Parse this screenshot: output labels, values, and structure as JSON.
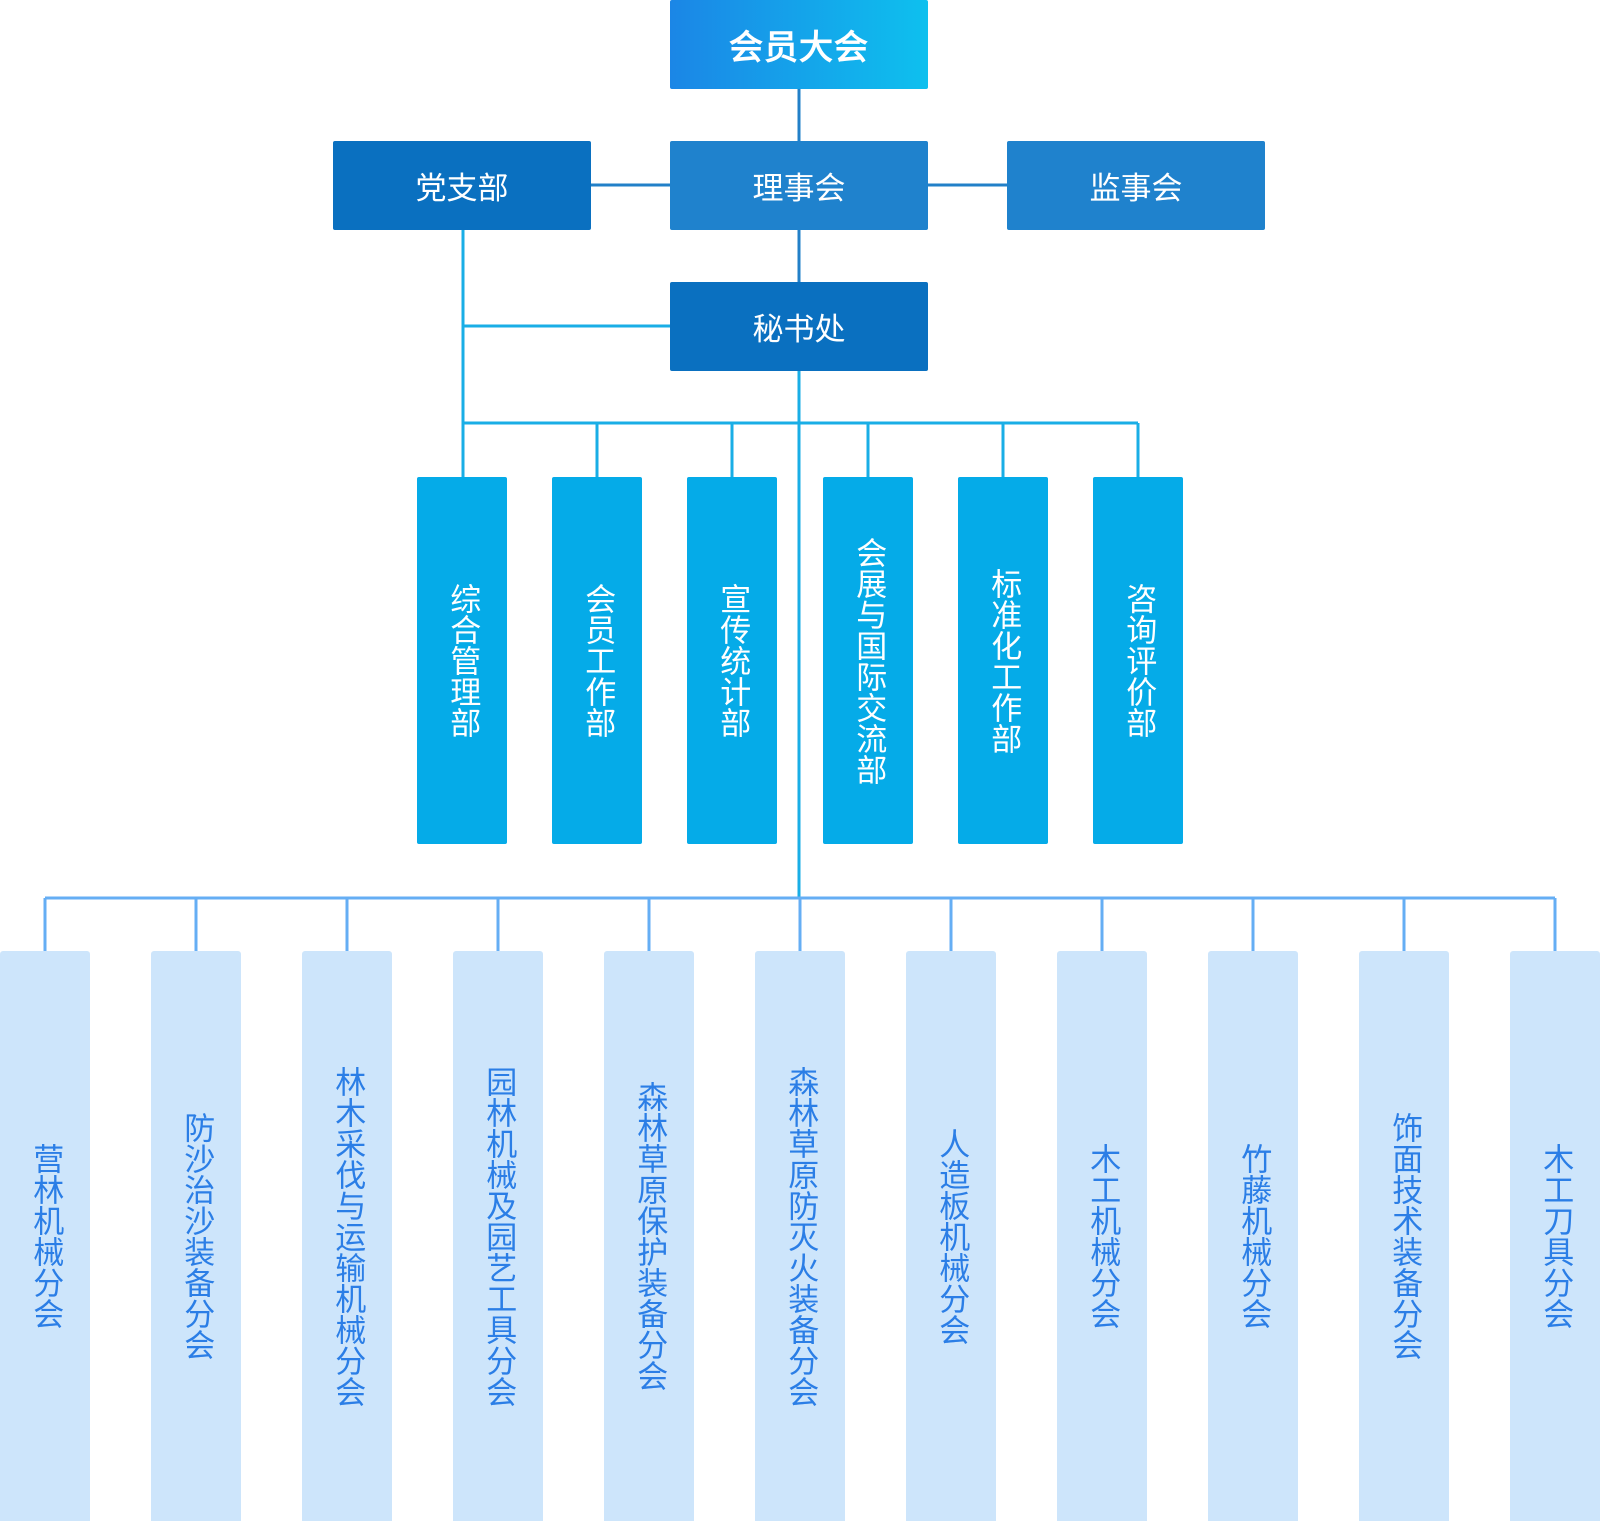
{
  "colors": {
    "line_upper": "#2280c8",
    "line_lower": "#19aee6",
    "line_branches": "#65aef4",
    "party": "#0a70c0",
    "council": "#1f82cd",
    "supervisors": "#1f82cd",
    "secretariat": "#0a70c0",
    "department": "#05abe8",
    "branch_fill": "#cde5fb",
    "branch_text": "#2b7ee6"
  },
  "top": {
    "label": "会员大会"
  },
  "party": {
    "label": "党支部"
  },
  "council": {
    "label": "理事会"
  },
  "supervisors": {
    "label": "监事会"
  },
  "secretariat": {
    "label": "秘书处"
  },
  "departments": [
    {
      "label": "综合管理部"
    },
    {
      "label": "会员工作部"
    },
    {
      "label": "宣传统计部"
    },
    {
      "label": "会展与国际交流部"
    },
    {
      "label": "标准化工作部"
    },
    {
      "label": "咨询评价部"
    }
  ],
  "branches": [
    {
      "label": "营林机械分会"
    },
    {
      "label": "防沙治沙装备分会"
    },
    {
      "label": "林木采伐与运输机械分会"
    },
    {
      "label": "园林机械及园艺工具分会"
    },
    {
      "label": "森林草原保护装备分会"
    },
    {
      "label": "森林草原防灭火装备分会"
    },
    {
      "label": "人造板机械分会"
    },
    {
      "label": "木工机械分会"
    },
    {
      "label": "竹藤机械分会"
    },
    {
      "label": "饰面技术装备分会"
    },
    {
      "label": "木工刀具分会"
    }
  ]
}
